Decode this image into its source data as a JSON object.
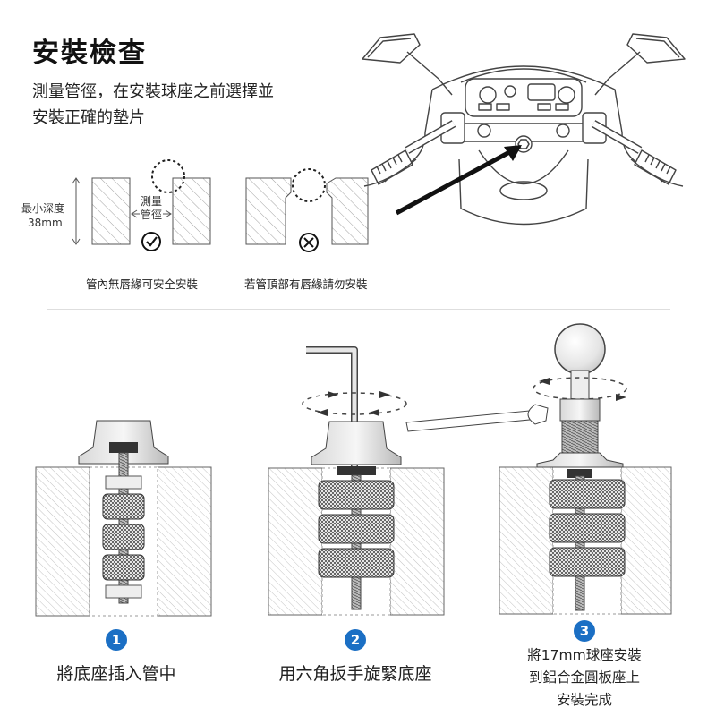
{
  "title": "安裝檢查",
  "intro": {
    "line1": "測量管徑，在安裝球座之前選擇並",
    "line2": "安裝正確的墊片"
  },
  "diagram": {
    "min_depth_label": "最小深度",
    "min_depth_value": "38mm",
    "measure_label_line1": "測量",
    "measure_label_line2": "管徑",
    "ok_caption": "管內無唇緣可安全安裝",
    "ng_caption": "若管頂部有唇緣請勿安裝"
  },
  "steps": [
    {
      "number": "1",
      "text": "將底座插入管中"
    },
    {
      "number": "2",
      "text": "用六角扳手旋緊底座"
    },
    {
      "number": "3",
      "lines": [
        "將17mm球座安裝",
        "到鋁合金圓板座上",
        "安裝完成"
      ]
    }
  ],
  "colors": {
    "step_badge": "#1b6fc4",
    "line_art": "#444444"
  }
}
